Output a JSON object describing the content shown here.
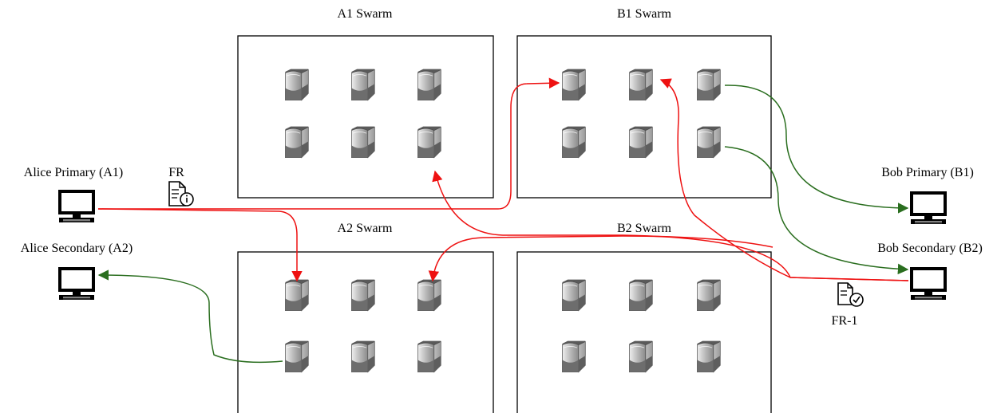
{
  "swarms": {
    "a1": {
      "label": "A1 Swarm"
    },
    "b1": {
      "label": "B1 Swarm"
    },
    "a2": {
      "label": "A2 Swarm"
    },
    "b2": {
      "label": "B2 Swarm"
    }
  },
  "clients": {
    "alice_primary": {
      "label": "Alice Primary (A1)"
    },
    "alice_secondary": {
      "label": "Alice Secondary (A2)"
    },
    "bob_primary": {
      "label": "Bob Primary (B1)"
    },
    "bob_secondary": {
      "label": "Bob Secondary (B2)"
    }
  },
  "documents": {
    "fr": {
      "label": "FR",
      "icon": "document-info-icon"
    },
    "fr1": {
      "label": "FR-1",
      "icon": "document-check-icon"
    }
  },
  "colors": {
    "request_arrow": "#ee1111",
    "sync_arrow": "#2a6e1f",
    "swarm_border": "#000000"
  }
}
